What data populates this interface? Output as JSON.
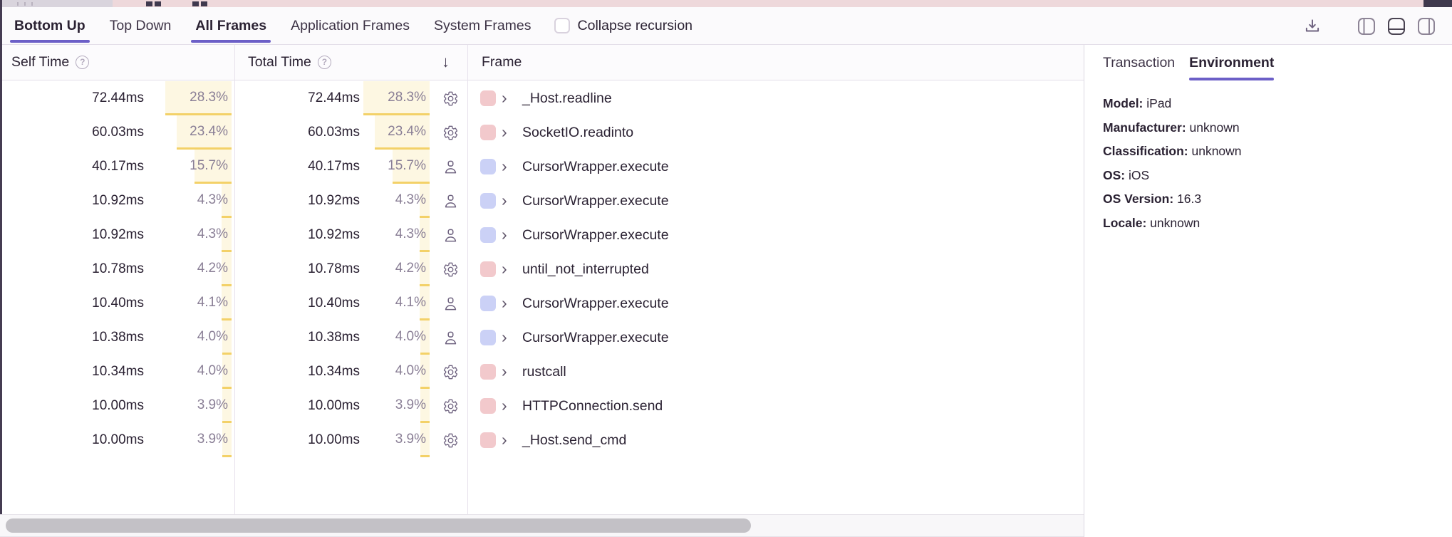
{
  "tabs": {
    "items": [
      {
        "label": "Bottom Up",
        "active": true
      },
      {
        "label": "Top Down",
        "active": false
      },
      {
        "label": "All Frames",
        "active": true
      },
      {
        "label": "Application Frames",
        "active": false
      },
      {
        "label": "System Frames",
        "active": false
      }
    ],
    "collapse_recursion_label": "Collapse recursion",
    "collapse_recursion_checked": false
  },
  "table": {
    "columns": {
      "self_time": "Self Time",
      "total_time": "Total Time",
      "frame": "Frame"
    },
    "sort_direction": "descending",
    "rows": [
      {
        "self_time": "72.44ms",
        "self_pct": "28.3%",
        "total_time": "72.44ms",
        "total_pct": "28.3%",
        "pct": 28.3,
        "icon": "gear",
        "frame": "_Host.readline",
        "frame_type": "system"
      },
      {
        "self_time": "60.03ms",
        "self_pct": "23.4%",
        "total_time": "60.03ms",
        "total_pct": "23.4%",
        "pct": 23.4,
        "icon": "gear",
        "frame": "SocketIO.readinto",
        "frame_type": "system"
      },
      {
        "self_time": "40.17ms",
        "self_pct": "15.7%",
        "total_time": "40.17ms",
        "total_pct": "15.7%",
        "pct": 15.7,
        "icon": "person",
        "frame": "CursorWrapper.execute",
        "frame_type": "application"
      },
      {
        "self_time": "10.92ms",
        "self_pct": "4.3%",
        "total_time": "10.92ms",
        "total_pct": "4.3%",
        "pct": 4.3,
        "icon": "person",
        "frame": "CursorWrapper.execute",
        "frame_type": "application"
      },
      {
        "self_time": "10.92ms",
        "self_pct": "4.3%",
        "total_time": "10.92ms",
        "total_pct": "4.3%",
        "pct": 4.3,
        "icon": "person",
        "frame": "CursorWrapper.execute",
        "frame_type": "application"
      },
      {
        "self_time": "10.78ms",
        "self_pct": "4.2%",
        "total_time": "10.78ms",
        "total_pct": "4.2%",
        "pct": 4.2,
        "icon": "gear",
        "frame": "until_not_interrupted",
        "frame_type": "system"
      },
      {
        "self_time": "10.40ms",
        "self_pct": "4.1%",
        "total_time": "10.40ms",
        "total_pct": "4.1%",
        "pct": 4.1,
        "icon": "person",
        "frame": "CursorWrapper.execute",
        "frame_type": "application"
      },
      {
        "self_time": "10.38ms",
        "self_pct": "4.0%",
        "total_time": "10.38ms",
        "total_pct": "4.0%",
        "pct": 4.0,
        "icon": "person",
        "frame": "CursorWrapper.execute",
        "frame_type": "application"
      },
      {
        "self_time": "10.34ms",
        "self_pct": "4.0%",
        "total_time": "10.34ms",
        "total_pct": "4.0%",
        "pct": 4.0,
        "icon": "gear",
        "frame": "rustcall",
        "frame_type": "system"
      },
      {
        "self_time": "10.00ms",
        "self_pct": "3.9%",
        "total_time": "10.00ms",
        "total_pct": "3.9%",
        "pct": 3.9,
        "icon": "gear",
        "frame": "HTTPConnection.send",
        "frame_type": "system"
      },
      {
        "self_time": "10.00ms",
        "self_pct": "3.9%",
        "total_time": "10.00ms",
        "total_pct": "3.9%",
        "pct": 3.9,
        "icon": "gear",
        "frame": "_Host.send_cmd",
        "frame_type": "system"
      }
    ]
  },
  "details_panel": {
    "tabs": [
      {
        "label": "Transaction",
        "active": false
      },
      {
        "label": "Environment",
        "active": true
      }
    ],
    "environment": [
      {
        "label": "Model:",
        "value": "iPad"
      },
      {
        "label": "Manufacturer:",
        "value": "unknown"
      },
      {
        "label": "Classification:",
        "value": "unknown"
      },
      {
        "label": "OS:",
        "value": "iOS"
      },
      {
        "label": "OS Version:",
        "value": "16.3"
      },
      {
        "label": "Locale:",
        "value": "unknown"
      }
    ]
  },
  "colors": {
    "accent": "#6c5fc7",
    "fill_bg": "#fdf7e2",
    "fill_bar": "#f3d168",
    "system_swatch": "#f2c9cc",
    "application_swatch": "#cbd1f6"
  }
}
